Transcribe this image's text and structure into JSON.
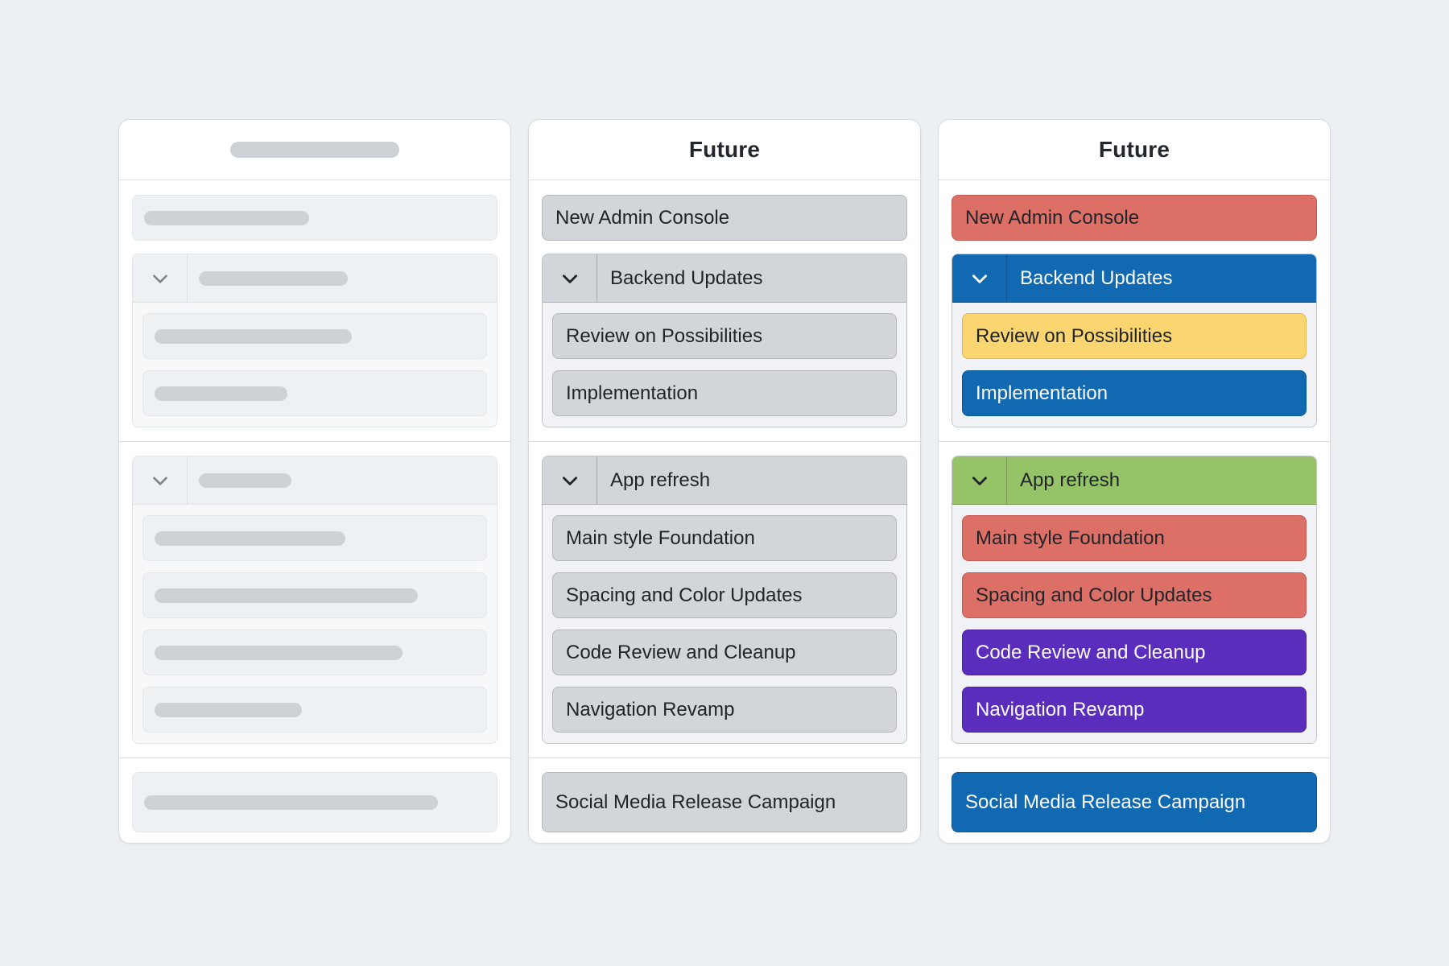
{
  "columns": {
    "skeleton": {
      "kind": "loading-placeholder"
    },
    "middle": {
      "title": "Future",
      "kind": "plain"
    },
    "right": {
      "title": "Future",
      "kind": "colored"
    }
  },
  "items": {
    "new_admin_console": "New Admin Console",
    "backend_updates": "Backend Updates",
    "review_on_possibilities": "Review on Possibilities",
    "implementation": "Implementation",
    "app_refresh": "App refresh",
    "main_style_foundation": "Main style Foundation",
    "spacing_and_color_updates": "Spacing and Color Updates",
    "code_review_and_cleanup": "Code Review and Cleanup",
    "navigation_revamp": "Navigation Revamp",
    "social_media_release_campaign": "Social Media Release Campaign"
  },
  "icons": {
    "collapse_chevron": "chevron-down"
  },
  "colors": {
    "page_background": "#edf0f3",
    "card_background": "#ffffff",
    "neutral_item": "#d2d5d9",
    "red": "#dd7066",
    "blue": "#1169b2",
    "yellow": "#fbd56f",
    "green": "#97c368",
    "purple": "#5a2dbd",
    "skeleton_pill": "#ced2d7"
  },
  "right_item_colors": {
    "new_admin_console": "#dd7066",
    "backend_updates": "#1169b2",
    "review_on_possibilities": "#fbd56f",
    "implementation": "#1169b2",
    "app_refresh": "#97c368",
    "main_style_foundation": "#dd7066",
    "spacing_and_color_updates": "#dd7066",
    "code_review_and_cleanup": "#5a2dbd",
    "navigation_revamp": "#5a2dbd",
    "social_media_release_campaign": "#1169b2"
  }
}
